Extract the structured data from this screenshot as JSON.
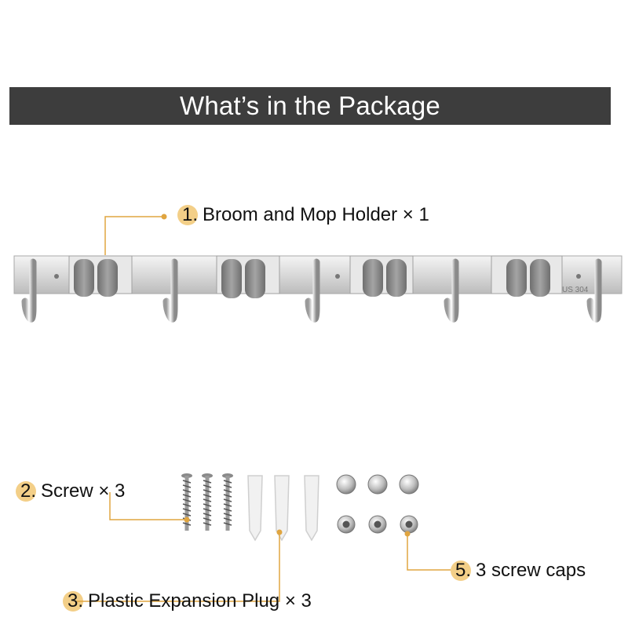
{
  "header": {
    "title": "What’s in the Package"
  },
  "items": [
    {
      "number": "1.",
      "text": "Broom and Mop Holder × 1"
    },
    {
      "number": "2.",
      "text": "Screw × 3"
    },
    {
      "number": "3.",
      "text": "Plastic Expansion Plug × 3"
    },
    {
      "number": "5.",
      "text": "3 screw caps"
    }
  ],
  "product": {
    "stamp": "US 304"
  },
  "colors": {
    "banner": "#3d3d3d",
    "accent": "#e0a540",
    "badge": "#f3cf88",
    "clip": "#8c8c8c"
  },
  "icons": [
    "holder-rack-image",
    "screw-icon",
    "expansion-plug-icon",
    "screw-cap-icon",
    "washer-icon"
  ]
}
